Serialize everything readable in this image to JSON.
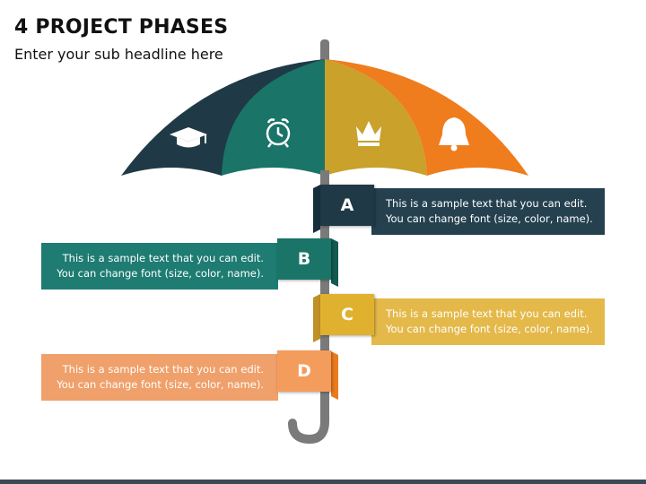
{
  "title": "4 PROJECT PHASES",
  "subtitle": "Enter your sub headline here",
  "colors": {
    "phase_a": "#25414f",
    "phase_b": "#1e7c72",
    "phase_c": "#e4b94a",
    "phase_d": "#f0a06a",
    "umbrella": [
      "#1f3a46",
      "#1b7468",
      "#c9a12b",
      "#ef7d1d"
    ],
    "handle": "#7a7a7a"
  },
  "icons": [
    "graduation-cap-icon",
    "alarm-clock-icon",
    "crown-icon",
    "bell-icon"
  ],
  "phases": [
    {
      "letter": "A",
      "line1": "This is a sample text that you can edit.",
      "line2": "You can change font (size, color, name)."
    },
    {
      "letter": "B",
      "line1": "This is a sample text that you can edit.",
      "line2": "You can change font (size, color, name)."
    },
    {
      "letter": "C",
      "line1": "This is a sample text that you can edit.",
      "line2": "You can change font (size, color, name)."
    },
    {
      "letter": "D",
      "line1": "This is a sample text that you can edit.",
      "line2": "You can change font (size, color, name)."
    }
  ]
}
